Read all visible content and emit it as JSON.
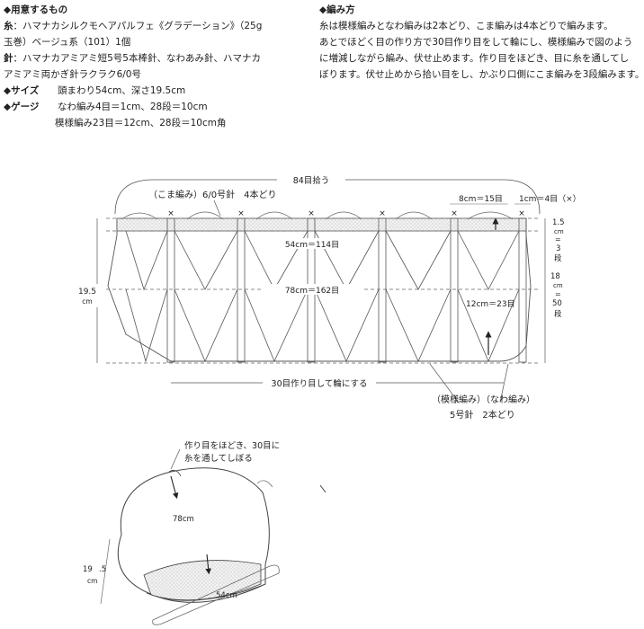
{
  "materials": {
    "heading": "◆用意するもの",
    "yarn_label": "糸",
    "yarn_line1": "：ハマナカシルクモヘアパルフェ《グラデーション》（25g",
    "yarn_line2": "玉巻）ベージュ系（101）1個",
    "needle_label": "針",
    "needle_line1": "：ハマナカアミアミ短5号5本棒針、なわあみ針、ハマナカ",
    "needle_line2": "アミアミ両かぎ針ラクラク6/0号",
    "size_heading": "◆サイズ",
    "size_value": "頭まわり54cm、深さ19.5cm",
    "gauge_heading": "◆ゲージ",
    "gauge_line1": "なわ編み4目＝1cm、28段＝10cm",
    "gauge_line2": "模様編み23目＝12cm、28段＝10cm角"
  },
  "method": {
    "heading": "◆編み方",
    "lines": [
      "糸は模様編みとなわ編みは2本どり、こま編みは4本どりで編みます。",
      "あとでほどく目の作り方で30目作り目をして輪にし、模様編みで図のよう",
      "に増減しながら編み、伏せ止めます。作り目をほどき、目に糸を通してし",
      "ぼります。伏せ止めから拾い目をし、かぶり口側にこま編みを3段編みます。"
    ]
  },
  "chart": {
    "top_pick": "84目拾う",
    "edge_label": "（こま編み）6/0号針　4本どり",
    "label_8cm": "8cm＝15目",
    "label_1cm": "1cm＝4目（×）",
    "label_54": "54cm＝114目",
    "label_78": "78cm＝162目",
    "label_12": "12cm＝23目",
    "bottom_cast": "30目作り目して輪にする",
    "pattern_label": "（模様編み）（なわ編み）",
    "pattern_needle": "5号針　2本どり",
    "left_height_num": "19.5",
    "left_height_unit": "cm",
    "right_15_num": "1.5",
    "right_15_unit": "cm",
    "right_15_eq": "=",
    "right_15_rows": "3",
    "right_15_rowsunit": "段",
    "right_18_num": "18",
    "right_18_unit": "cm",
    "right_18_eq": "=",
    "right_18_rows": "50",
    "right_18_rowsunit": "段",
    "x_mark": "×"
  },
  "hat": {
    "note_line1": "作り目をほどき、30目に",
    "note_line2": "糸を通してしぼる",
    "dim_78": "78cm",
    "dim_195_num": "19",
    "dim_195_dec": ".5",
    "dim_195_unit": "cm",
    "dim_54": "54cm"
  }
}
